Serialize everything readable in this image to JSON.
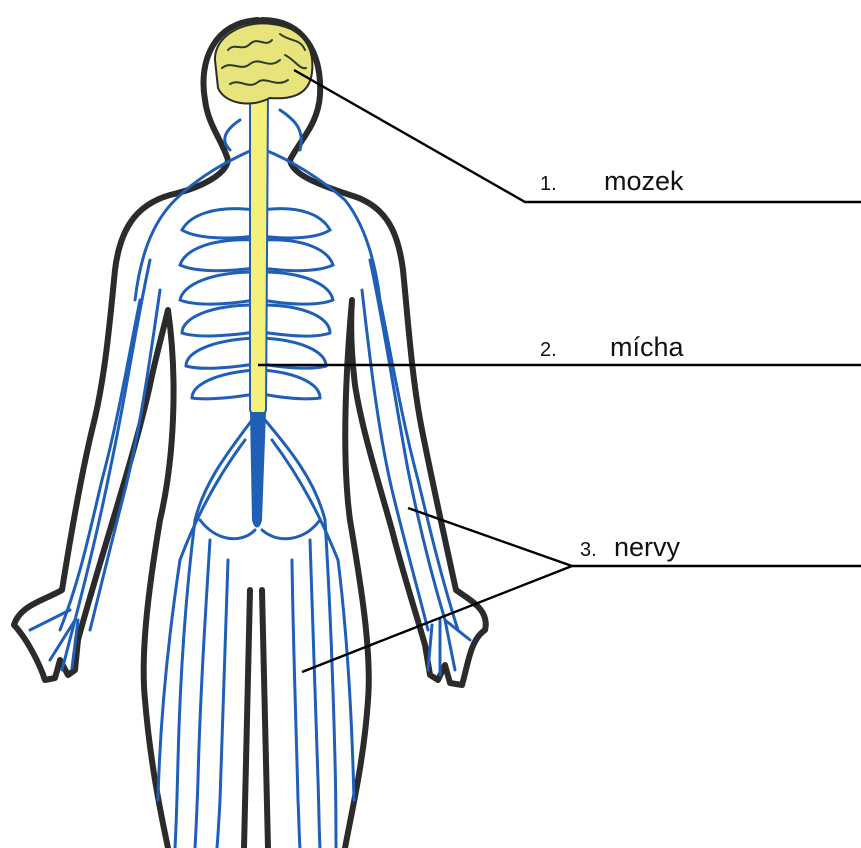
{
  "labels": [
    {
      "number": "1.",
      "text": "mozek"
    },
    {
      "number": "2.",
      "text": "mícha"
    },
    {
      "number": "3.",
      "text": "nervy"
    }
  ],
  "colors": {
    "outline": "#2b2b2b",
    "nerves": "#1f5fb8",
    "brain": "#e6e47a",
    "spinal_cord": "#f4f07a",
    "leader_line": "#000000"
  }
}
